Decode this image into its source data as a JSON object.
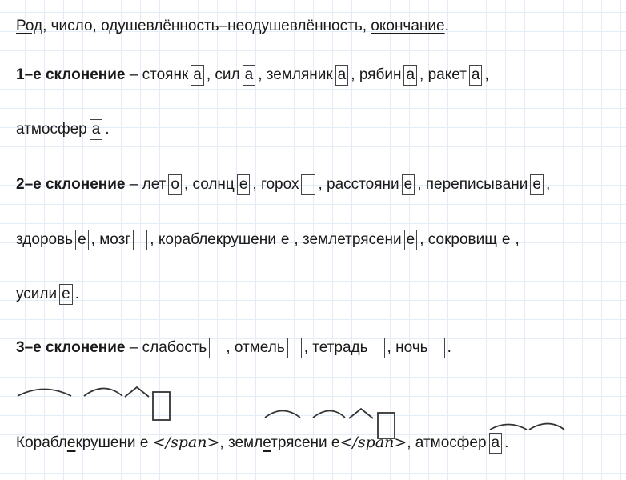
{
  "header": {
    "part1": "Род",
    "part2": ", число, одушевлённость–неодушевлённость, ",
    "part3": "окончание",
    "part4": "."
  },
  "decl1": {
    "label": "1–е склонение",
    "dash": " – ",
    "words": [
      {
        "stem": "стоянк",
        "ending": "а",
        "sep": ","
      },
      {
        "stem": "сил",
        "ending": "а",
        "sep": ","
      },
      {
        "stem": "земляник",
        "ending": "а",
        "sep": ","
      },
      {
        "stem": "рябин",
        "ending": "а",
        "sep": ","
      },
      {
        "stem": "ракет",
        "ending": "а",
        "sep": ","
      },
      {
        "stem": "атмосфер",
        "ending": "а",
        "sep": "."
      }
    ]
  },
  "decl2": {
    "label": "2–е склонение",
    "dash": " – ",
    "words": [
      {
        "stem": "лет",
        "ending": "о",
        "sep": ","
      },
      {
        "stem": "солнц",
        "ending": "е",
        "sep": ","
      },
      {
        "stem": "горох",
        "ending": "",
        "sep": ","
      },
      {
        "stem": "расстояни",
        "ending": "е",
        "sep": ","
      },
      {
        "stem": "переписывани",
        "ending": "е",
        "sep": ","
      },
      {
        "stem": "здоровь",
        "ending": "е",
        "sep": ","
      },
      {
        "stem": "мозг",
        "ending": "",
        "sep": ","
      },
      {
        "stem": "кораблекрушени",
        "ending": "е",
        "sep": ","
      },
      {
        "stem": "землетрясени",
        "ending": "е",
        "sep": ","
      },
      {
        "stem": "сокровищ",
        "ending": "е",
        "sep": ","
      },
      {
        "stem": "усили",
        "ending": "е",
        "sep": "."
      }
    ]
  },
  "decl3": {
    "label": "3–е склонение",
    "dash": " – ",
    "words": [
      {
        "stem": "слабость",
        "ending": "",
        "sep": ","
      },
      {
        "stem": "отмель",
        "ending": "",
        "sep": ","
      },
      {
        "stem": "тетрадь",
        "ending": "",
        "sep": ","
      },
      {
        "stem": "ночь",
        "ending": "",
        "sep": "."
      }
    ]
  },
  "analysis": {
    "w1_a": "Корабл",
    "w1_b": "е",
    "w1_c": "крушени",
    "w1_d": " е ",
    "span_text": "</span>",
    "comma": ", ",
    "w2_a": "земл",
    "w2_b": "е",
    "w2_c": "трясени",
    "w2_d": " е",
    "w3_stem": "атмосфер",
    "w3_end": "а",
    "end": "."
  }
}
